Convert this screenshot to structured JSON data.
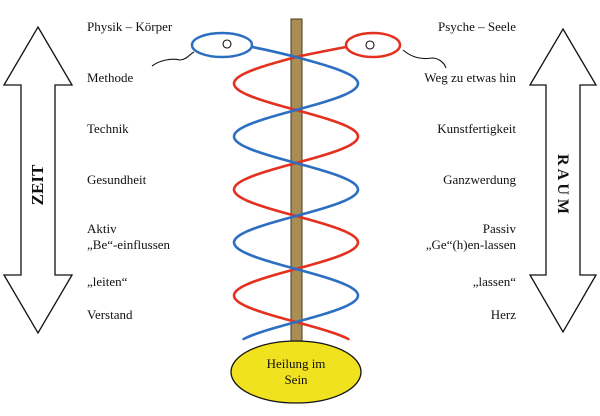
{
  "left_labels": {
    "physik": "Physik – Körper",
    "methode": "Methode",
    "technik": "Technik",
    "gesundheit": "Gesundheit",
    "aktiv": "Aktiv",
    "beeinflussen": "„Be“-einflussen",
    "leiten": "„leiten“",
    "verstand": "Verstand"
  },
  "right_labels": {
    "psyche": "Psyche – Seele",
    "weg": "Weg zu etwas hin",
    "kunst": "Kunstfertigkeit",
    "ganz": "Ganzwerdung",
    "passiv": "Passiv",
    "gehenlassen": "„Ge“(h)en-lassen",
    "lassen": "„lassen“",
    "herz": "Herz"
  },
  "arrows": {
    "left": "ZEIT",
    "right": "R A U M"
  },
  "ellipse": {
    "line1": "Heilung im",
    "line2": "Sein"
  },
  "colors": {
    "blue_strand": "#2c6fc2",
    "red_strand": "#e4301e",
    "staff": "#a88d55",
    "ellipse_fill": "#f0e21f"
  }
}
